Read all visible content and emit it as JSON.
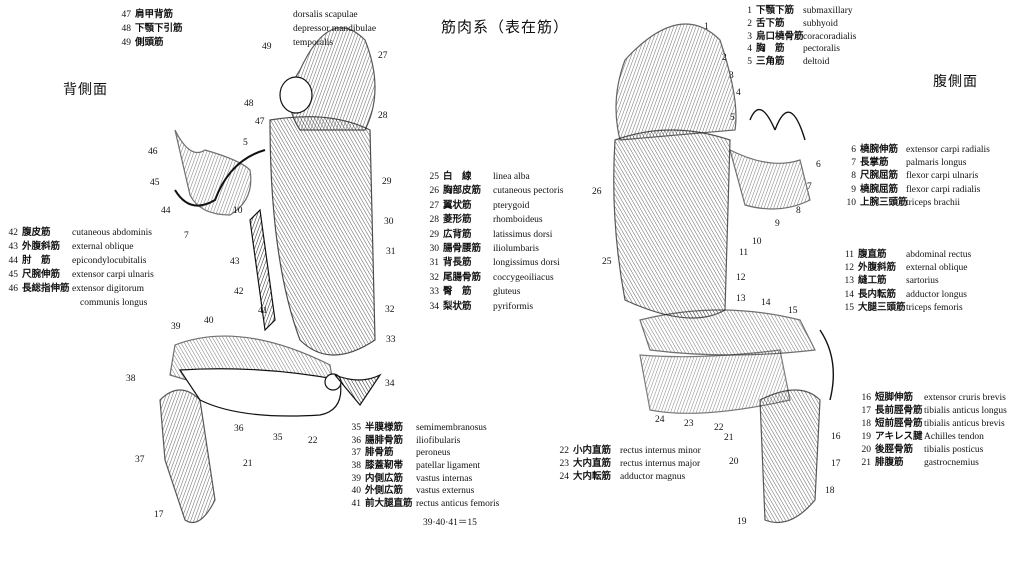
{
  "title": "筋肉系（表在筋）",
  "dorsal_label": "背側面",
  "ventral_label": "腹側面",
  "footnote": "39·40·41＝15",
  "legends": [
    {
      "id": "g47",
      "rows": [
        [
          "47",
          "肩甲背筋",
          "dorsalis scapulae"
        ],
        [
          "48",
          "下顎下引筋",
          "depressor mandibulae"
        ],
        [
          "49",
          "側頭筋",
          "temporalis"
        ]
      ]
    },
    {
      "id": "g42",
      "rows": [
        [
          "42",
          "腹皮筋",
          "cutaneous abdominis"
        ],
        [
          "43",
          "外腹斜筋",
          "external oblique"
        ],
        [
          "44",
          "肘　筋",
          "epicondylocubitalis"
        ],
        [
          "45",
          "尺腕伸筋",
          "extensor carpi ulnaris"
        ],
        [
          "46",
          "長総指伸筋",
          "extensor digitorum"
        ],
        [
          "",
          "",
          "communis longus"
        ]
      ]
    },
    {
      "id": "g25",
      "rows": [
        [
          "25",
          "白　線",
          "linea alba"
        ],
        [
          "26",
          "胸部皮筋",
          "cutaneous pectoris"
        ],
        [
          "27",
          "翼状筋",
          "pterygoid"
        ],
        [
          "28",
          "菱形筋",
          "rhomboideus"
        ],
        [
          "29",
          "広背筋",
          "latissimus dorsi"
        ],
        [
          "30",
          "腸骨腰筋",
          "iliolumbaris"
        ],
        [
          "31",
          "背長筋",
          "longissimus dorsi"
        ],
        [
          "32",
          "尾腸骨筋",
          "coccygeoiliacus"
        ],
        [
          "33",
          "臀　筋",
          "gluteus"
        ],
        [
          "34",
          "梨状筋",
          "pyriformis"
        ]
      ]
    },
    {
      "id": "g1",
      "rows": [
        [
          "1",
          "下顎下筋",
          "submaxillary"
        ],
        [
          "2",
          "舌下筋",
          "subhyoid"
        ],
        [
          "3",
          "烏口橈骨筋",
          "coracoradialis"
        ],
        [
          "4",
          "胸　筋",
          "pectoralis"
        ],
        [
          "5",
          "三角筋",
          "deltoid"
        ]
      ]
    },
    {
      "id": "g6",
      "rows": [
        [
          "6",
          "橈腕伸筋",
          "extensor carpi radialis"
        ],
        [
          "7",
          "長掌筋",
          "palmaris longus"
        ],
        [
          "8",
          "尺腕屈筋",
          "flexor carpi ulnaris"
        ],
        [
          "9",
          "橈腕屈筋",
          "flexor carpi radialis"
        ],
        [
          "10",
          "上腕三頭筋",
          "triceps brachii"
        ]
      ]
    },
    {
      "id": "g11",
      "rows": [
        [
          "11",
          "腹直筋",
          "abdominal rectus"
        ],
        [
          "12",
          "外腹斜筋",
          "external oblique"
        ],
        [
          "13",
          "縫工筋",
          "sartorius"
        ],
        [
          "14",
          "長内転筋",
          "adductor longus"
        ],
        [
          "15",
          "大腿三頭筋",
          "triceps femoris"
        ]
      ]
    },
    {
      "id": "g16",
      "rows": [
        [
          "16",
          "短脚伸筋",
          "extensor cruris brevis"
        ],
        [
          "17",
          "長前脛骨筋",
          "tibialis anticus longus"
        ],
        [
          "18",
          "短前脛骨筋",
          "tibialis anticus brevis"
        ],
        [
          "19",
          "アキレス腱",
          "Achilles tendon"
        ],
        [
          "20",
          "後脛骨筋",
          "tibialis posticus"
        ],
        [
          "21",
          "腓腹筋",
          "gastrocnemius"
        ]
      ]
    },
    {
      "id": "g35",
      "rows": [
        [
          "35",
          "半膜様筋",
          "semimembranosus"
        ],
        [
          "36",
          "腸腓骨筋",
          "iliofibularis"
        ],
        [
          "37",
          "腓骨筋",
          "peroneus"
        ],
        [
          "38",
          "膝蓋靭帯",
          "patellar ligament"
        ],
        [
          "39",
          "内側広筋",
          "vastus internas"
        ],
        [
          "40",
          "外側広筋",
          "vastus externus"
        ],
        [
          "41",
          "前大腿直筋",
          "rectus anticus femoris"
        ]
      ]
    },
    {
      "id": "g22",
      "rows": [
        [
          "22",
          "小内直筋",
          "rectus internus minor"
        ],
        [
          "23",
          "大内直筋",
          "rectus internus major"
        ],
        [
          "24",
          "大内転筋",
          "adductor magnus"
        ]
      ]
    }
  ],
  "dorsal_callouts": [
    "47",
    "48",
    "49",
    "27",
    "28",
    "46",
    "5",
    "45",
    "29",
    "44",
    "7",
    "10",
    "30",
    "31",
    "43",
    "42",
    "41",
    "32",
    "39",
    "40",
    "33",
    "34",
    "38",
    "36",
    "35",
    "22",
    "37",
    "21",
    "17"
  ],
  "ventral_callouts": [
    "1",
    "2",
    "3",
    "4",
    "5",
    "6",
    "7",
    "8",
    "9",
    "10",
    "26",
    "11",
    "25",
    "12",
    "13",
    "14",
    "15",
    "24",
    "23",
    "22",
    "21",
    "16",
    "20",
    "17",
    "18",
    "19"
  ]
}
